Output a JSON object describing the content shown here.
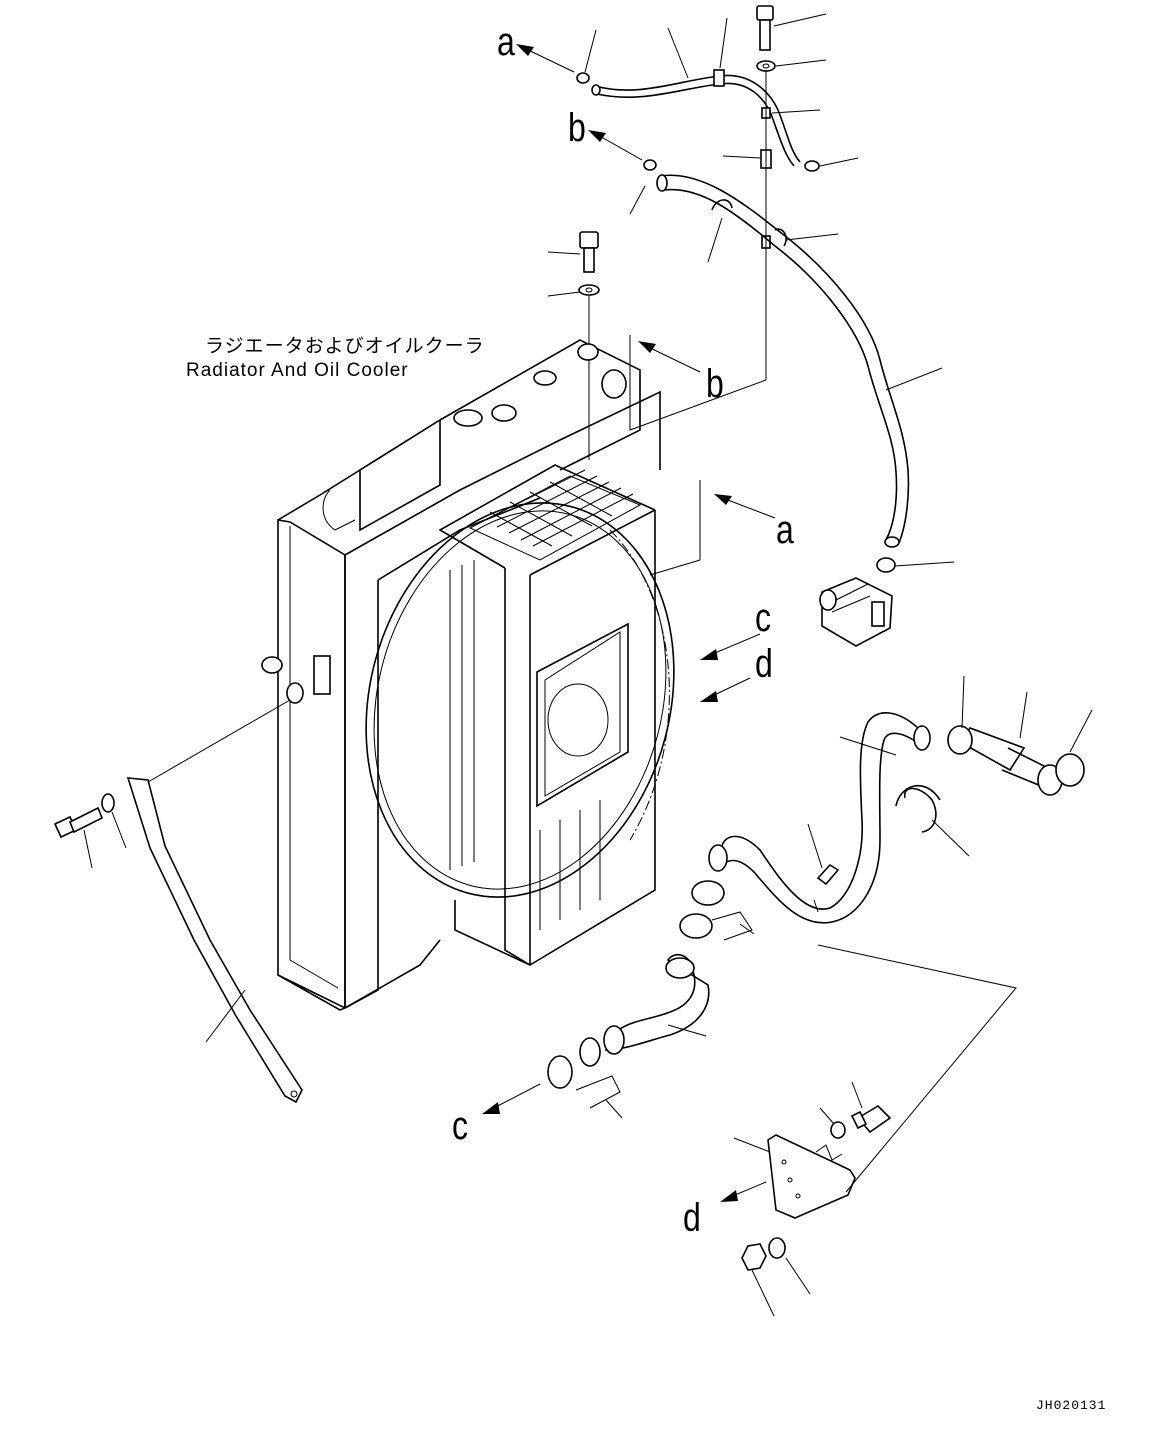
{
  "caption": {
    "japanese": "ラジエータおよびオイルクーラ",
    "english": "Radiator And Oil Cooler"
  },
  "reference_letters": {
    "a_top": "a",
    "a_right": "a",
    "b_top": "b",
    "b_mid": "b",
    "c_right": "c",
    "d_right": "d",
    "c_bottom": "c",
    "d_bottom": "d"
  },
  "drawing_code": "JH020131"
}
